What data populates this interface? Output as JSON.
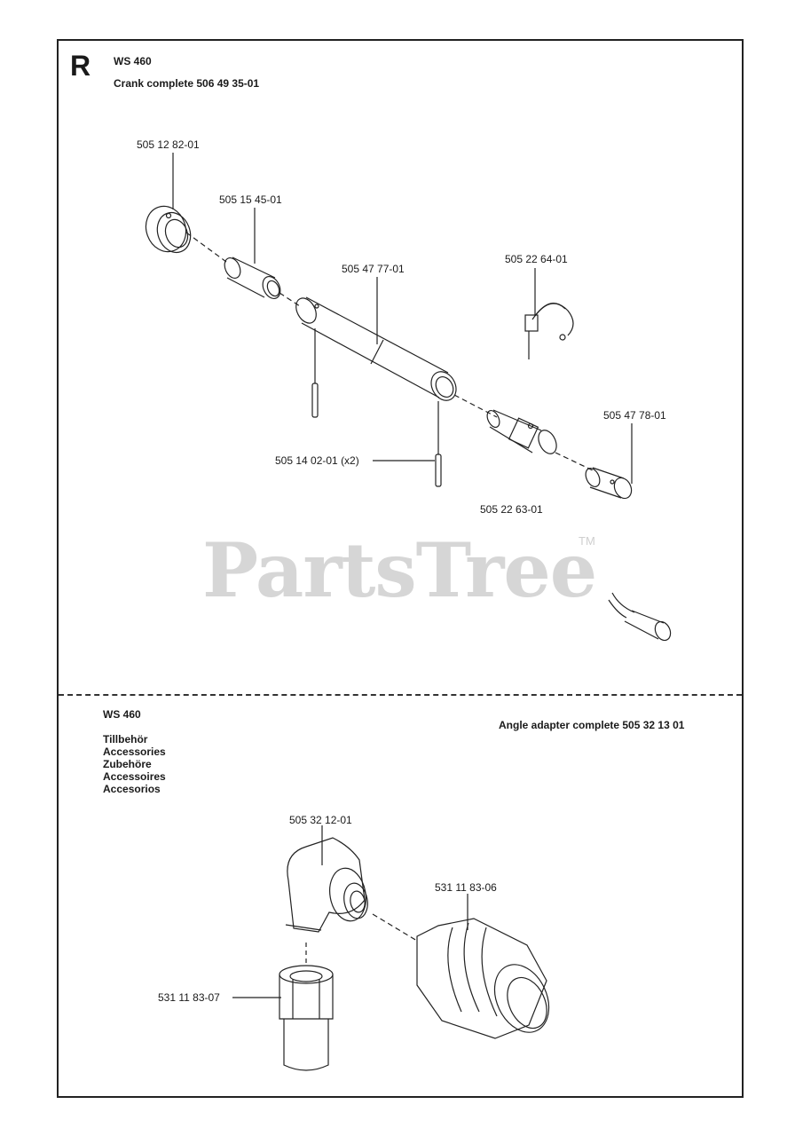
{
  "header": {
    "section_letter": "R",
    "model": "WS 460",
    "subtitle": "Crank complete 506 49 35-01"
  },
  "upper_parts": [
    "505 12 82-01",
    "505 15 45-01",
    "505 47 77-01",
    "505 22 64-01",
    "505 47 78-01",
    "505 14 02-01 (x2)",
    "505 22 63-01"
  ],
  "watermark": {
    "text": "PartsTree",
    "tm": "TM"
  },
  "lower": {
    "model": "WS 460",
    "languages": [
      "Tillbehör",
      "Accessories",
      "Zubehöre",
      "Accessoires",
      "Accesorios"
    ],
    "assembly_title": "Angle adapter complete 505 32 13 01",
    "parts": [
      "505 32 12-01",
      "531 11 83-06",
      "531 11 83-07"
    ]
  }
}
